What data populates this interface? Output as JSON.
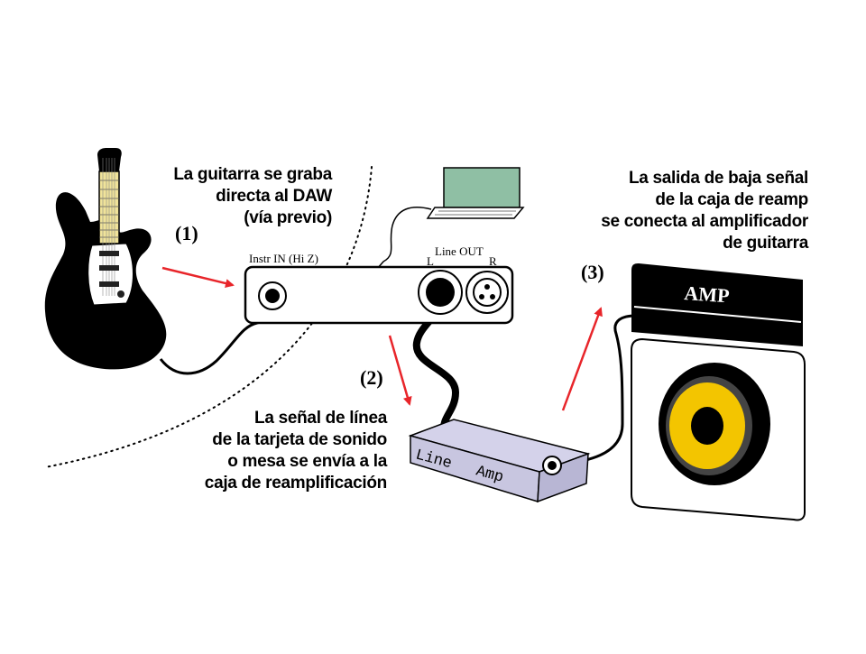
{
  "captions": {
    "guitar": [
      "La guitarra se graba",
      "directa al DAW",
      "(vía previo)"
    ],
    "line_signal": [
      "La señal de línea",
      "de la tarjeta de sonido",
      "o mesa se envía a la",
      "caja de reamplificación"
    ],
    "amp_output": [
      "La salida de baja señal",
      "de la caja de reamp",
      "se conecta al amplificador",
      "de guitarra"
    ]
  },
  "steps": {
    "one": "(1)",
    "two": "(2)",
    "three": "(3)"
  },
  "interface": {
    "instr_in": "Instr IN (Hi Z)",
    "line_out": "Line OUT",
    "left": "L",
    "right": "R"
  },
  "reamp_box": {
    "line": "Line",
    "amp": "Amp"
  },
  "amp": {
    "label": "AMP"
  },
  "colors": {
    "arrow": "#e8252a",
    "fretboard": "#f0e39a",
    "laptop_screen": "#8fbfa4",
    "reamp_box": "#c8c6e0",
    "speaker_cone": "#f3c500",
    "ink": "#000000"
  }
}
